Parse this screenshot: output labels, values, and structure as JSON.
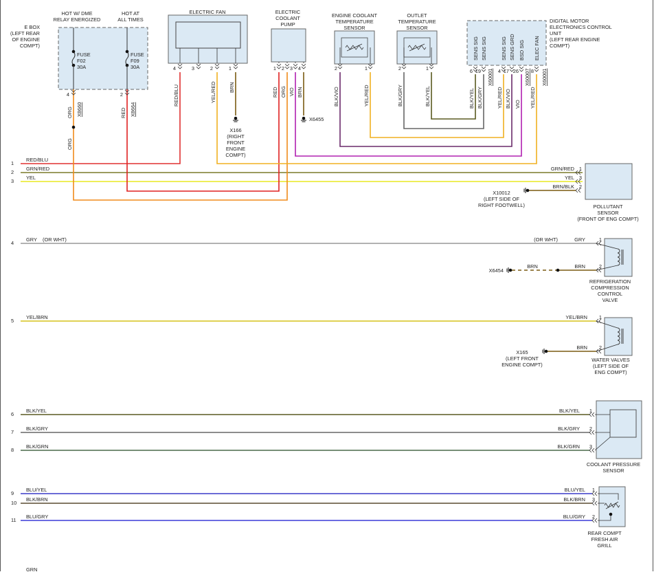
{
  "headers": {
    "hot_dme": [
      "HOT W/ DME",
      "RELAY ENERGIZED"
    ],
    "hot_all": [
      "HOT AT",
      "ALL TIMES"
    ],
    "ebox": [
      "E BOX",
      "(LEFT REAR",
      "OF ENGINE",
      "COMPT)"
    ],
    "electric_fan": "ELECTRIC FAN",
    "coolant_pump": [
      "ELECTRIC",
      "COOLANT",
      "PUMP"
    ],
    "ect_sensor": [
      "ENGINE COOLANT",
      "TEMPERATURE",
      "SENSOR"
    ],
    "outlet_sensor": [
      "OUTLET",
      "TEMPERATURE",
      "SENSOR"
    ],
    "dme": [
      "DIGITAL MOTOR",
      "ELECTRONICS CONTROL",
      "UNIT",
      "(LEFT REAR ENGINE",
      "COMPT)"
    ]
  },
  "fuses": [
    {
      "name": "FUSE",
      "id": "F02",
      "rating": "30A"
    },
    {
      "name": "FUSE",
      "id": "F09",
      "rating": "30A"
    }
  ],
  "ebox_pins": {
    "f02_pin": "4",
    "f02_connector": "X8660",
    "f02_wire": "ORG",
    "f02_wire_below": "ORG",
    "f09_pin": "2",
    "f09_connector": "X8664",
    "f09_wire": "RED"
  },
  "fan": {
    "pins": [
      "4",
      "3",
      "2",
      "1"
    ],
    "wires": [
      "RED/BLU",
      "YEL/RED",
      "BRN"
    ],
    "ground": [
      "X166",
      "(RIGHT",
      "FRONT",
      "ENGINE",
      "COMPT)"
    ]
  },
  "pump": {
    "pins": [
      "1",
      "2",
      "3",
      "4"
    ],
    "wires": [
      "RED",
      "ORG",
      "VIO",
      "BRN"
    ],
    "ground": "X6455"
  },
  "ect": {
    "pins": [
      "2",
      "1"
    ],
    "wires": [
      "BLK/VIO",
      "YEL/RED"
    ]
  },
  "outlet": {
    "pins": [
      "2",
      "1"
    ],
    "wires": [
      "BLK/GRY",
      "BLK/YEL"
    ]
  },
  "dme": {
    "pins": [
      "6",
      "19",
      "4",
      "17",
      "26",
      "8"
    ],
    "labels": [
      "SENS SIG",
      "SENS SIG",
      "SENS SIG",
      "SENS GRD",
      "BSD SIG",
      "ELEC FAN"
    ],
    "wires": [
      "BLK/YEL",
      "BLK/GRY",
      "YEL/RED",
      "BLK/VIO",
      "VIO",
      "YEL/RED"
    ],
    "connectors": [
      "X60001",
      "X60007",
      "X60001"
    ]
  },
  "rows": [
    {
      "num": "1",
      "left_label": "RED/BLU"
    },
    {
      "num": "2",
      "left_label": "GRN/RED"
    },
    {
      "num": "3",
      "left_label": "YEL"
    },
    {
      "num": "4",
      "left_label": "GRY",
      "left_note": "(OR WHT)"
    },
    {
      "num": "5",
      "left_label": "YEL/BRN"
    },
    {
      "num": "6",
      "left_label": "BLK/YEL"
    },
    {
      "num": "7",
      "left_label": "BLK/GRY"
    },
    {
      "num": "8",
      "left_label": "BLK/GRN"
    },
    {
      "num": "9",
      "left_label": "BLU/YEL"
    },
    {
      "num": "10",
      "left_label": "BLK/BRN"
    },
    {
      "num": "11",
      "left_label": "BLU/GRY"
    }
  ],
  "pollutant": {
    "wires": [
      {
        "label": "GRN/RED",
        "pin": "1"
      },
      {
        "label": "YEL",
        "pin": "3"
      },
      {
        "label": "BRN/BLK",
        "pin": "2"
      }
    ],
    "ground": [
      "X10012",
      "(LEFT SIDE OF",
      "RIGHT FOOTWELL)"
    ],
    "name": [
      "POLLUTANT",
      "SENSOR",
      "(FRONT OF ENG COMPT)"
    ]
  },
  "refrigeration": {
    "wires": [
      {
        "label": "GRY",
        "note": "(OR WHT)",
        "pin": "1"
      },
      {
        "label": "BRN",
        "pin": "2"
      }
    ],
    "ground": "X6454",
    "ground_wire": "BRN",
    "name": [
      "REFRIGERATION",
      "COMPRESSION",
      "CONTROL",
      "VALVE"
    ]
  },
  "water_valves": {
    "wires": [
      {
        "label": "YEL/BRN",
        "pin": "1"
      },
      {
        "label": "BRN",
        "pin": "2"
      }
    ],
    "ground": [
      "X165",
      "(LEFT FRONT",
      "ENGINE COMPT)"
    ],
    "name": [
      "WATER VALVES",
      "(LEFT SIDE OF",
      "ENG COMPT)"
    ]
  },
  "coolant_pressure": {
    "wires": [
      {
        "label": "BLK/YEL",
        "pin": "1"
      },
      {
        "label": "BLK/GRY",
        "pin": "2"
      },
      {
        "label": "BLK/GRN",
        "pin": "3"
      }
    ],
    "name": [
      "COOLANT PRESSURE",
      "SENSOR"
    ]
  },
  "fresh_air": {
    "wires": [
      {
        "label": "BLU/YEL",
        "pin": "1"
      },
      {
        "label": "BLK/BRN",
        "pin": "3"
      },
      {
        "label": "BLU/GRY",
        "pin": "2"
      }
    ],
    "name": [
      "REAR COMPT",
      "FRESH AIR",
      "GRILL"
    ]
  },
  "bottom_label": "GRN",
  "colors": {
    "red_blu": "#e03030",
    "grn_red": "#7a7a2a",
    "yel": "#e8e820",
    "org": "#f08a1a",
    "red": "#e02020",
    "gry": "#999999",
    "yel_brn": "#d6c21a",
    "blk_yel": "#5a5a20",
    "blk_gry": "#666666",
    "blk_grn": "#4a6a4a",
    "blu_yel": "#3a3ac8",
    "blk_brn": "#5a4a30",
    "blu_gry": "#3a3ad8",
    "brn": "#7a5a10",
    "vio": "#b020b0",
    "yel_red": "#f0b020",
    "blk_vio": "#6a2a6a",
    "box_fill": "#dbe9f4"
  }
}
